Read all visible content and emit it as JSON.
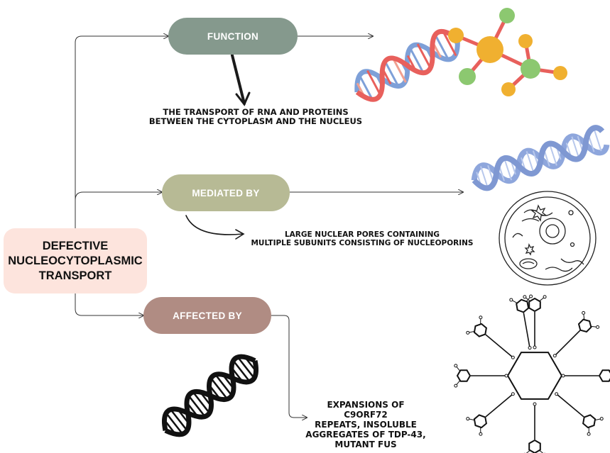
{
  "main_topic": {
    "lines": [
      "DEFECTIVE",
      "NUCLEOCYTOPLASMIC",
      "TRANSPORT"
    ]
  },
  "branches": [
    {
      "label": "FUNCTION",
      "color": "#85998d",
      "description_lines": [
        "THE TRANSPORT OF RNA AND PROTEINS",
        "BETWEEN THE CYTOPLASM AND THE NUCLEUS"
      ]
    },
    {
      "label": "MEDIATED BY",
      "color": "#b7ba95",
      "description_lines": [
        "LARGE NUCLEAR PORES CONTAINING",
        "MULTIPLE SUBUNITS CONSISTING OF NUCLEOPORINS"
      ]
    },
    {
      "label": "AFFECTED BY",
      "color": "#b08c83",
      "description_lines": [
        "EXPANSIONS OF C9ORF72",
        "REPEATS, INSOLUBLE",
        "AGGREGATES OF TDP-43,",
        "MUTANT FUS"
      ]
    }
  ],
  "colors": {
    "main_box": "#fde4dd",
    "dna_red": "#e8605c",
    "dna_blue": "#7ea0d8",
    "molecule_orange": "#f0b030",
    "molecule_green": "#8cc870",
    "ribbon_blue": "#8ea6dc",
    "line": "#333333"
  },
  "illustrations": [
    "dna-double-helix-icon",
    "molecule-icon",
    "dna-ribbon-icon",
    "cell-icon",
    "dna-sketch-icon",
    "hexagon-polymer-icon"
  ]
}
